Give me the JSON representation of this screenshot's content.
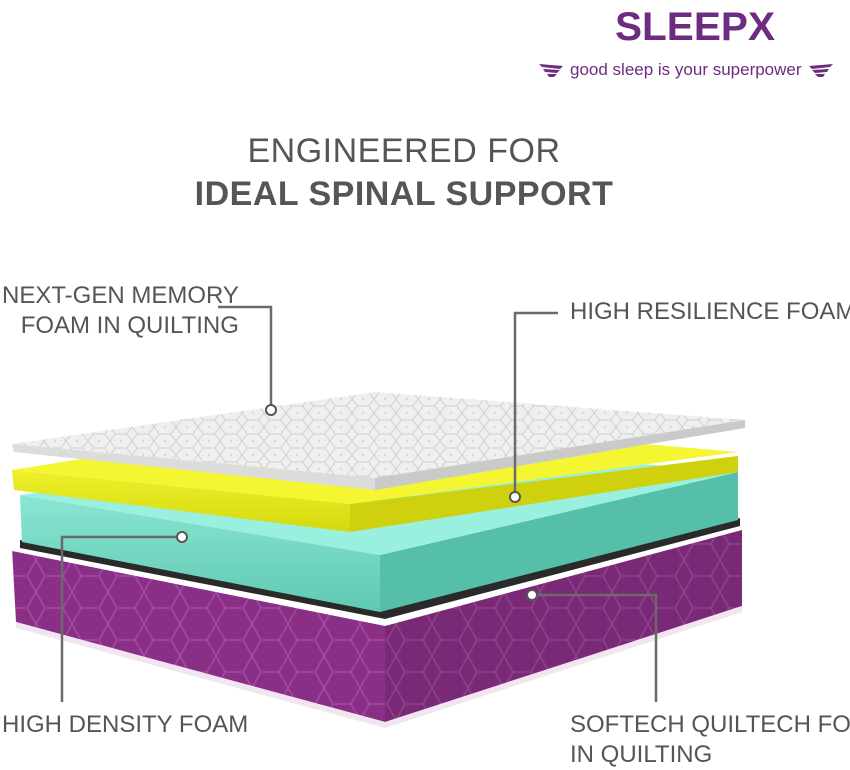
{
  "brand": {
    "logo_text": "SLEEPX",
    "tagline": "good sleep is your superpower",
    "color": "#6d2c7f"
  },
  "headline": {
    "line1": "ENGINEERED FOR",
    "line2": "IDEAL SPINAL SUPPORT"
  },
  "layers": {
    "memory_foam": {
      "line1": "NEXT-GEN MEMORY",
      "line2": "FOAM IN QUILTING",
      "color": "#f2f2f2"
    },
    "high_resilience": {
      "label": "HIGH RESILIENCE FOAM",
      "color": "#e6e81e"
    },
    "high_density": {
      "label": "HIGH DENSITY FOAM",
      "color": "#7fdcc9"
    },
    "softech": {
      "line1": "SOFTECH QUILTECH FOAM",
      "line2": "IN QUILTING",
      "color": "#8a2f86"
    }
  },
  "icons": [
    "wing-left-icon",
    "wing-right-icon"
  ]
}
